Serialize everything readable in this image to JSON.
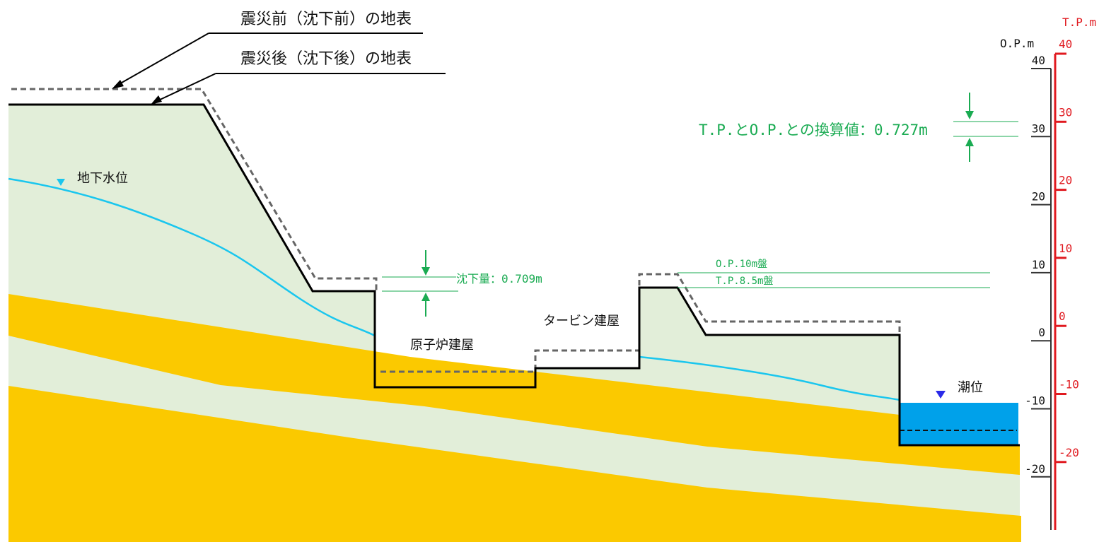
{
  "legend": {
    "before_surface": "震災前（沈下前）の地表",
    "after_surface": "震災後（沈下後）の地表"
  },
  "labels": {
    "groundwater": "地下水位",
    "reactor_building": "原子炉建屋",
    "turbine_building": "タービン建屋",
    "tide_level": "潮位"
  },
  "annotations": {
    "subsidence": "沈下量：0.709m",
    "conversion": "T.P.とO.P.との換算値：0.727m",
    "op_platform": "O.P.10m盤",
    "tp_platform": "T.P.8.5m盤"
  },
  "axis_op": {
    "unit": "O.P.m",
    "ticks": [
      "40",
      "30",
      "20",
      "10",
      "0",
      "-10",
      "-20"
    ]
  },
  "axis_tp": {
    "unit": "T.P.m",
    "ticks": [
      "40",
      "30",
      "20",
      "10",
      "0",
      "-10",
      "-20"
    ]
  },
  "colors": {
    "soil_light": "#e2eed9",
    "soil_yellow": "#fbc900",
    "water": "#00a1ea",
    "groundwater_line": "#1ac6ee",
    "annotation_green": "#1aab52",
    "tp_axis_red": "#e0191f"
  }
}
